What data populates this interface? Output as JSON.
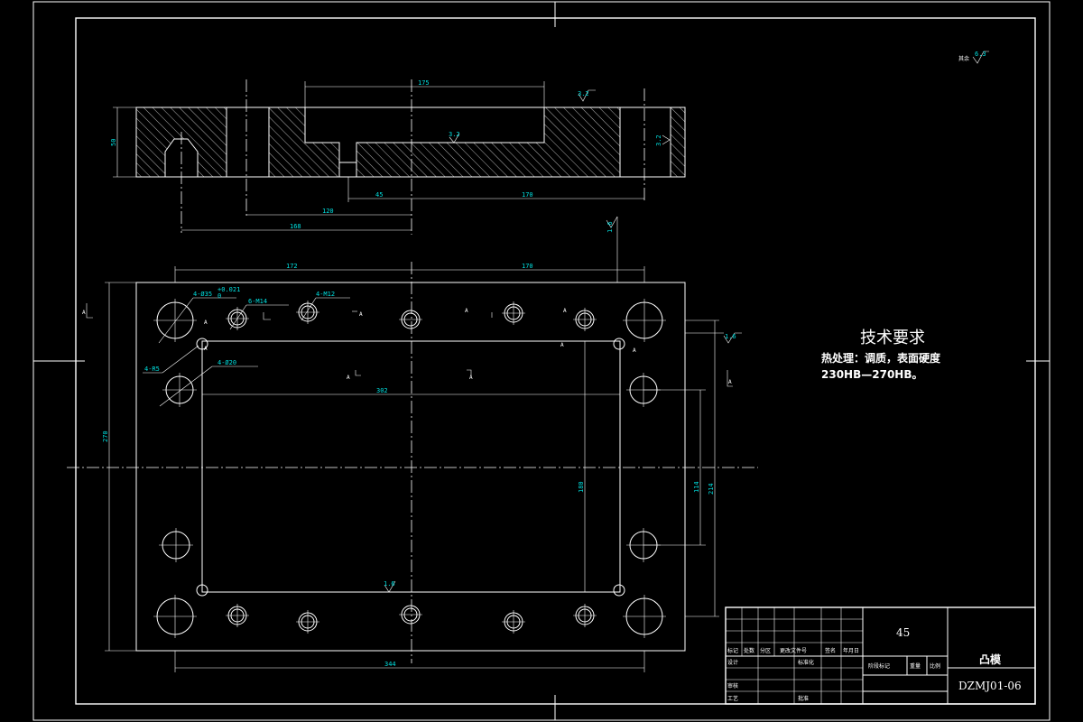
{
  "tech_requirements": {
    "title": "技术要求",
    "line1": "热处理：调质，表面硬度",
    "line2": "230HB—270HB。"
  },
  "roughness_other": "其余",
  "roughness": {
    "r63": "6.3",
    "r32": "3.2",
    "r16": "1.6"
  },
  "dimensions": {
    "d175": "175",
    "d50": "50",
    "d45": "45",
    "d170": "170",
    "d120": "120",
    "d168": "168",
    "d172": "172",
    "d270": "270",
    "d180": "180",
    "d114": "114",
    "d214": "214",
    "d344": "344",
    "d302": "302",
    "hole1": "4-Ø35",
    "hole1_tol_up": "+0.021",
    "hole1_tol_lo": "0",
    "hole2": "6-M14",
    "hole3": "4-M12",
    "hole4": "4-R5",
    "hole5": "4-Ø20"
  },
  "section_marks": [
    "A",
    "A",
    "A",
    "A",
    "A",
    "A",
    "A",
    "A",
    "A",
    "A",
    "A"
  ],
  "title_block": {
    "material": "45",
    "part_name": "凸模",
    "drawing_no": "DZMJ01-06",
    "row_labels": [
      "标记",
      "处数",
      "分区",
      "更改文件号",
      "签名",
      "年月日"
    ],
    "design": "设计",
    "standardize": "标准化",
    "review": "审核",
    "process": "工艺",
    "approve": "批准",
    "stage_mark": "阶段标记",
    "weight": "重量",
    "scale": "比例"
  },
  "colors": {
    "background": "#000000",
    "lines": "#ffffff",
    "dimension_text": "#00e0e0"
  }
}
